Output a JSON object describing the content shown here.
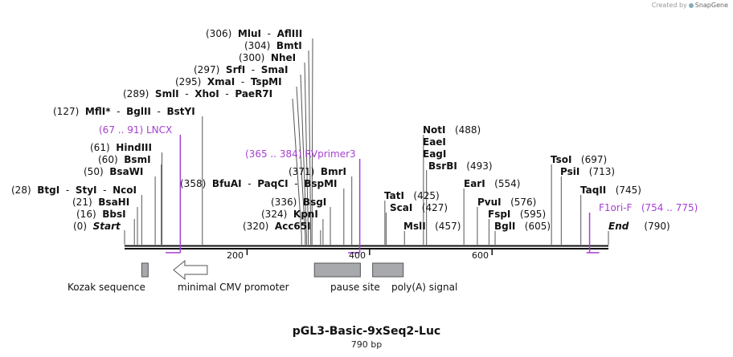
{
  "credit": {
    "prefix": "Created by",
    "brand": "SnapGene"
  },
  "title": "pGL3-Basic-9xSeq2-Luc",
  "subtitle": "790 bp",
  "ruler": {
    "length": 790,
    "ticks": [
      "200",
      "400",
      "600"
    ]
  },
  "labels": {
    "mlui_num": "(306)",
    "mlui": "MluI",
    "afliii": "AflIII",
    "bmti_num": "(304)",
    "bmti": "BmtI",
    "nhei_num": "(300)",
    "nhei": "NheI",
    "srfi_num": "(297)",
    "srfi": "SrfI",
    "smai": "SmaI",
    "xmai_num": "(295)",
    "xmai": "XmaI",
    "tspmi": "TspMI",
    "smli_num": "(289)",
    "smli": "SmlI",
    "xhoi": "XhoI",
    "paer7i": "PaeR7I",
    "mfli_num": "(127)",
    "mfli": "MflI",
    "star": "*",
    "bglii": "BglII",
    "bstyi": "BstYI",
    "lncx": "(67 .. 91)  LNCX",
    "hindiii_num": "(61)",
    "hindiii": "HindIII",
    "bsmi_num": "(60)",
    "bsmi": "BsmI",
    "bsawi_num": "(50)",
    "bsawi": "BsaWI",
    "btgi_num": "(28)",
    "btgi": "BtgI",
    "styi": "StyI",
    "ncoi": "NcoI",
    "bsahi_num": "(21)",
    "bsahi": "BsaHI",
    "bbsi_num": "(16)",
    "bbsi": "BbsI",
    "start_num": "(0)",
    "start": "Start",
    "bfuai_num": "(358)",
    "bfuai": "BfuAI",
    "paqci": "PaqCI",
    "bspmi": "BspMI",
    "rvprimer3": "(365 .. 384)  RVprimer3",
    "bmri_num": "(371)",
    "bmri": "BmrI",
    "bsgi_num": "(336)",
    "bsgi": "BsgI",
    "kpni_num": "(324)",
    "kpni": "KpnI",
    "acc65i_num": "(320)",
    "acc65i": "Acc65I",
    "noti": "NotI",
    "noti_num": "(488)",
    "eaei": "EaeI",
    "eagi": "EagI",
    "bsrbi": "BsrBI",
    "bsrbi_num": "(493)",
    "tati": "TatI",
    "tati_num": "(425)",
    "scai": "ScaI",
    "scai_num": "(427)",
    "msli": "MslI",
    "msli_num": "(457)",
    "eari": "EarI",
    "eari_num": "(554)",
    "pvui": "PvuI",
    "pvui_num": "(576)",
    "fspi": "FspI",
    "fspi_num": "(595)",
    "bgli": "BglI",
    "bgli_num": "(605)",
    "tsoi": "TsoI",
    "tsoi_num": "(697)",
    "psii": "PsiI",
    "psii_num": "(713)",
    "taqii": "TaqII",
    "taqii_num": "(745)",
    "f1ori": "F1ori-F",
    "f1ori_range": "(754 .. 775)",
    "end": "End",
    "end_num": "(790)"
  },
  "features": [
    {
      "name": "Kozak sequence",
      "start": 28,
      "end": 34,
      "kind": "box"
    },
    {
      "name": "minimal CMV promoter",
      "start": 80,
      "end": 135,
      "kind": "arrow-left"
    },
    {
      "name": "pause site",
      "start": 310,
      "end": 385,
      "kind": "box"
    },
    {
      "name": "poly(A) signal",
      "start": 405,
      "end": 455,
      "kind": "box"
    }
  ],
  "colors": {
    "enzyme": "#111111",
    "primer": "#a63fd1",
    "feature_fill": "#a7a9ad",
    "backbone": "#111111"
  }
}
